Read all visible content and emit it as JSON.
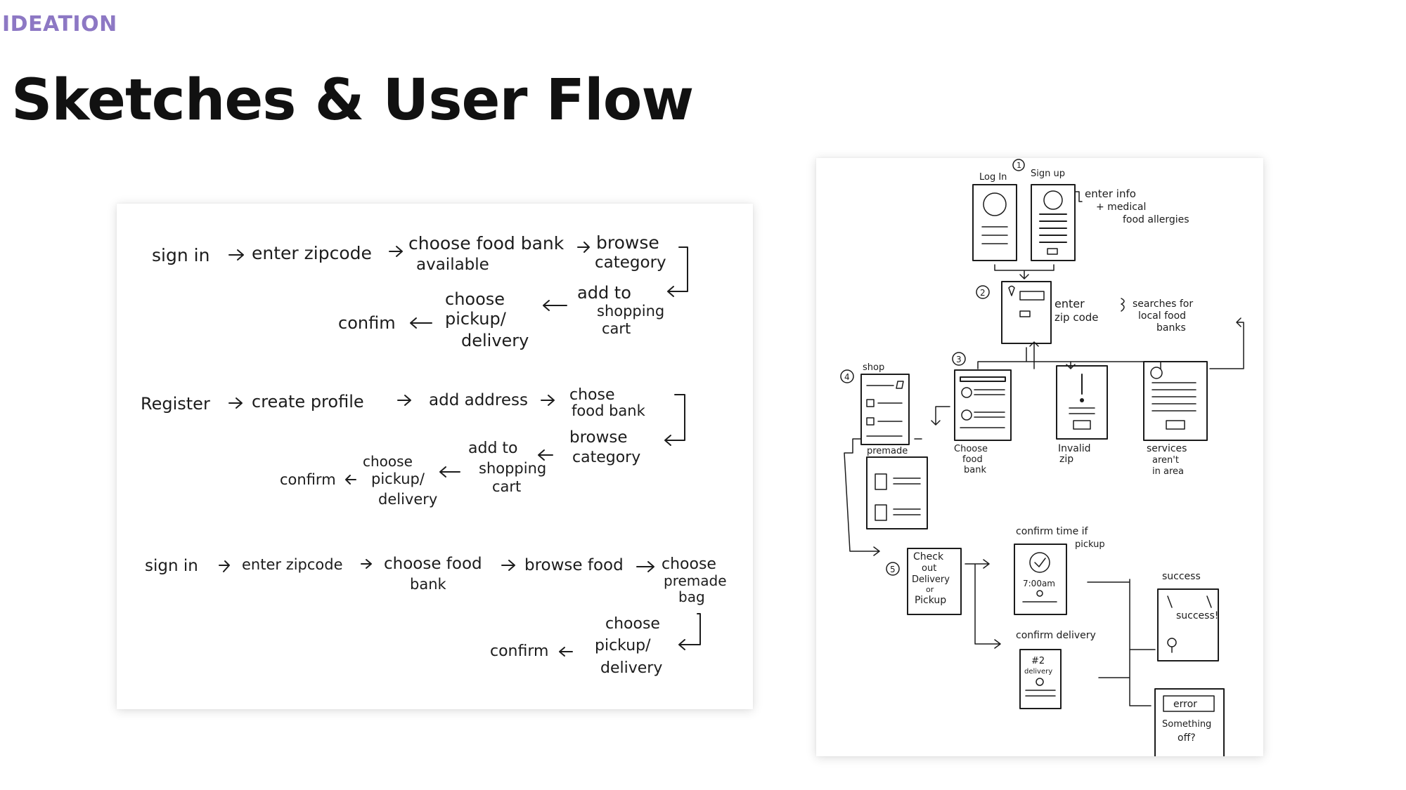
{
  "header": {
    "eyebrow": "IDEATION",
    "title": "Sketches & User Flow"
  },
  "flows": {
    "flow1": {
      "sign_in": "sign in",
      "enter_zip": "enter zipcode",
      "choose_bank": "choose food bank",
      "available": "available",
      "browse": "browse",
      "category": "category",
      "add_to": "add to",
      "shopping": "shopping",
      "cart": "cart",
      "choose": "choose",
      "pickup": "pickup/",
      "delivery": "delivery",
      "confirm": "confim"
    },
    "flow2": {
      "register": "Register",
      "create_profile": "create profile",
      "add_address": "add address",
      "choose": "chose",
      "food_bank": "food bank",
      "browse": "browse",
      "category": "category",
      "add_to": "add to",
      "shopping": "shopping",
      "cart": "cart",
      "choose2": "choose",
      "pickup": "pickup/",
      "delivery": "delivery",
      "confirm": "confirm"
    },
    "flow3": {
      "sign_in": "sign in",
      "enter_zip": "enter zipcode",
      "choose_food": "choose food",
      "bank": "bank",
      "browse_food": "browse food",
      "choose": "choose",
      "premade": "premade",
      "bag": "bag",
      "choose2": "choose",
      "pickup": "pickup/",
      "delivery": "delivery",
      "confirm": "confirm"
    }
  },
  "sketch": {
    "n1": "1",
    "log_in": "Log In",
    "sign_up": "Sign up",
    "enter_info": "enter info",
    "medical": "+ medical",
    "allergies": "food allergies",
    "n2": "2",
    "enter_zip_1": "enter",
    "enter_zip_2": "zip code",
    "searches_1": "searches for",
    "searches_2": "local food",
    "searches_3": "banks",
    "n3": "3",
    "n4": "4",
    "shop": "shop",
    "premade": "premade",
    "choose_food_1": "Choose",
    "choose_food_2": "food",
    "choose_food_3": "bank",
    "invalid_1": "Invalid",
    "invalid_2": "zip",
    "services_1": "services",
    "services_2": "aren't",
    "services_3": "in area",
    "n5": "5",
    "checkout_1": "Check",
    "checkout_2": "out",
    "checkout_3": "Delivery",
    "checkout_4": "or",
    "checkout_5": "Pickup",
    "confirm_time_1": "confirm time if",
    "confirm_time_2": "pickup",
    "time": "7:00am",
    "confirm_delivery": "confirm delivery",
    "delivery_num": "#2",
    "delivery_word": "delivery",
    "success_label": "success",
    "success_screen": "success!",
    "error": "error",
    "something_1": "Something",
    "something_2": "off?"
  }
}
